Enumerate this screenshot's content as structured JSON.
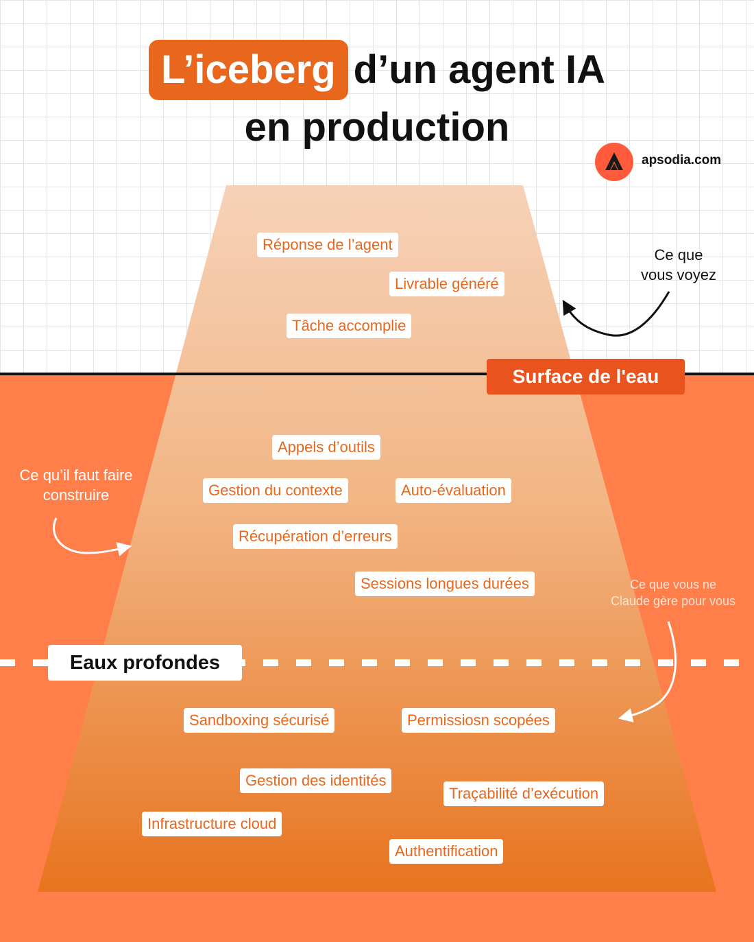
{
  "title": {
    "highlight": "L’iceberg",
    "rest": "d’un agent IA",
    "line2": "en production"
  },
  "brand": {
    "site": "apsodia.com"
  },
  "colors": {
    "accent": "#e8671c",
    "water": "#ff7e4a",
    "surface_badge": "#e8531e",
    "iceberg_top": "#f6d2b8",
    "iceberg_bottom": "#e8741f"
  },
  "labels": {
    "surface": "Surface de l'eau",
    "deep": "Eaux profondes"
  },
  "notes": {
    "see": [
      "Ce que",
      "vous voyez"
    ],
    "build": [
      "Ce qu’il faut faire",
      "construire"
    ],
    "claude": [
      "Ce que vous ne",
      "Claude gère pour vous"
    ]
  },
  "visible_items": [
    "Réponse de l’agent",
    "Livrable généré",
    "Tâche accomplie"
  ],
  "middle_items": [
    "Appels d’outils",
    "Gestion du contexte",
    "Auto-évaluation",
    "Récupération d’erreurs",
    "Sessions longues durées"
  ],
  "deep_items": [
    "Sandboxing sécurisé",
    "Permissiosn scopées",
    "Gestion des identités",
    "Traçabilité d’exécution",
    "Infrastructure cloud",
    "Authentification"
  ],
  "icons": {
    "logo": "apsodia-logo-icon",
    "arrows": [
      "curved-arrow-icon"
    ]
  }
}
